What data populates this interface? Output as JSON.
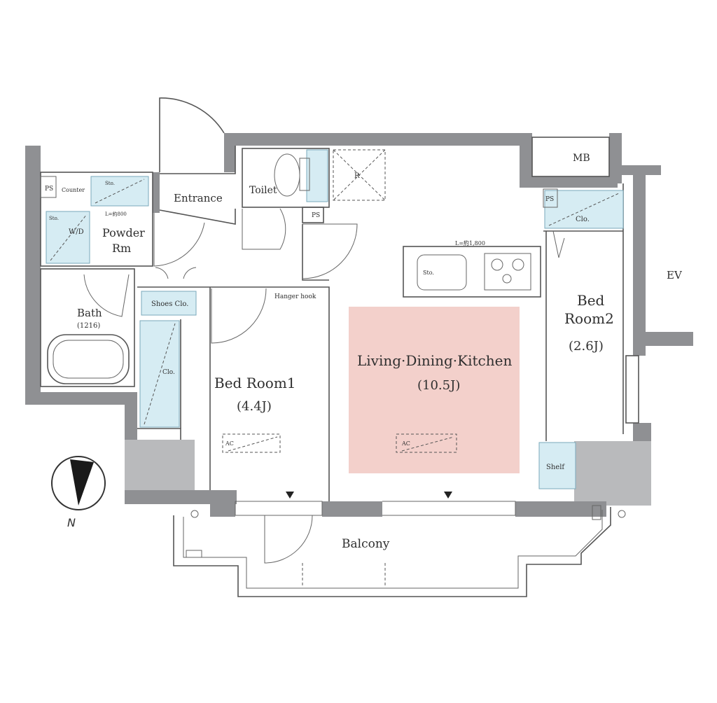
{
  "rooms": {
    "ldk": {
      "name": "Living·Dining·Kitchen",
      "size": "(10.5J)"
    },
    "bed1": {
      "name": "Bed Room1",
      "size": "(4.4J)"
    },
    "bed2": {
      "name_line1": "Bed",
      "name_line2": "Room2",
      "size": "(2.6J)"
    },
    "bath": {
      "name": "Bath",
      "size": "(1216)"
    },
    "powder": {
      "name_line1": "Powder",
      "name_line2": "Rm"
    },
    "entrance": "Entrance",
    "toilet": "Toilet",
    "balcony": "Balcony"
  },
  "labels": {
    "mb": "MB",
    "ev": "EV",
    "ps": "PS",
    "shoes_clo": "Shoes Clo.",
    "clo": "Clo.",
    "shelf": "Shelf",
    "hanger_hook": "Hanger hook",
    "wd": "W/D",
    "counter": "Counter",
    "sto": "Sto.",
    "ac": "AC",
    "r": "R",
    "kitchen_length": "L=約1,800",
    "washroom_length": "L=約800",
    "north": "N"
  },
  "colors": {
    "ldk_highlight": "#f3d0cb",
    "storage": "#d6ecf3",
    "wall": "#8f9093"
  }
}
